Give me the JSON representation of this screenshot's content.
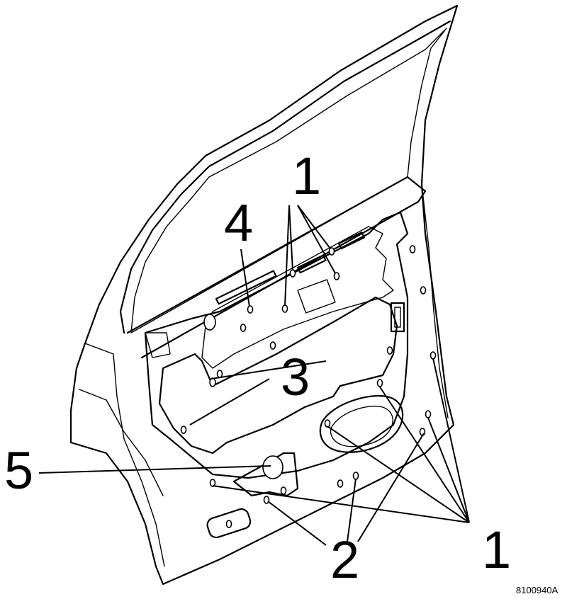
{
  "figure": {
    "figure_id": "8100940A",
    "callouts": {
      "c1_top": "1",
      "c4": "4",
      "c3": "3",
      "c5": "5",
      "c2": "2",
      "c1_bottom": "1"
    }
  }
}
